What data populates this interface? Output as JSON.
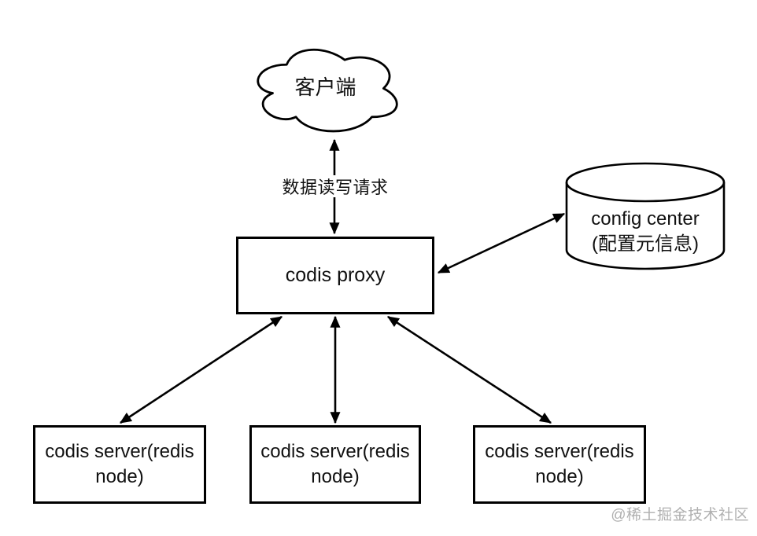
{
  "diagram": {
    "colors": {
      "stroke": "#000000",
      "background": "#ffffff",
      "watermark": "#b0b0b0"
    },
    "nodes": {
      "client": {
        "shape": "cloud",
        "label": "客户端"
      },
      "proxy": {
        "shape": "rectangle",
        "label": "codis proxy"
      },
      "config_center": {
        "shape": "cylinder",
        "label_line1": "config center",
        "label_line2": "(配置元信息)"
      },
      "server1": {
        "shape": "rectangle",
        "label": "codis server(redis node)"
      },
      "server2": {
        "shape": "rectangle",
        "label": "codis server(redis node)"
      },
      "server3": {
        "shape": "rectangle",
        "label": "codis server(redis node)"
      }
    },
    "edges": {
      "client_proxy": {
        "type": "double-arrow",
        "label": "数据读写请求"
      },
      "proxy_config_center": {
        "type": "double-arrow"
      },
      "proxy_server1": {
        "type": "double-arrow"
      },
      "proxy_server2": {
        "type": "double-arrow"
      },
      "proxy_server3": {
        "type": "double-arrow"
      }
    },
    "watermark": "@稀土掘金技术社区"
  }
}
